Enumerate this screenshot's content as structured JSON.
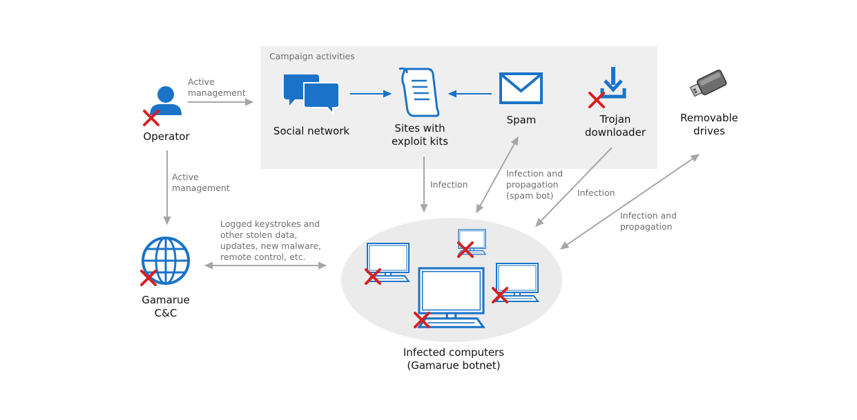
{
  "colors": {
    "accent_blue": "#1a73c8",
    "x_mark_red": "#d61f1f",
    "arrow_gray": "#a6a6a6",
    "campaign_box_bg": "#efefef",
    "botnet_ellipse_bg": "#ebebeb",
    "edge_label_gray": "#6f6f6f"
  },
  "campaign": {
    "title": "Campaign activities"
  },
  "nodes": {
    "operator": {
      "label": "Operator",
      "icon": "person-icon",
      "disrupted": true
    },
    "social_network": {
      "label": "Social network",
      "icon": "chat-bubbles-icon"
    },
    "sites": {
      "line1": "Sites with",
      "line2": "exploit kits",
      "icon": "scroll-document-icon"
    },
    "spam": {
      "label": "Spam",
      "icon": "envelope-icon"
    },
    "trojan": {
      "line1": "Trojan",
      "line2": "downloader",
      "icon": "download-icon",
      "disrupted": true
    },
    "removable": {
      "line1": "Removable",
      "line2": "drives",
      "icon": "usb-drive-icon"
    },
    "gamarue_cc": {
      "line1": "Gamarue",
      "line2": "C&C",
      "icon": "globe-icon",
      "disrupted": true
    },
    "botnet": {
      "line1": "Infected computers",
      "line2": "(Gamarue botnet)",
      "icon": "computer-icon",
      "disrupted": true
    }
  },
  "edges": {
    "operator_campaign": {
      "line1": "Active",
      "line2": "management"
    },
    "operator_cc": {
      "line1": "Active",
      "line2": "management"
    },
    "cc_botnet": {
      "line1": "Logged keystrokes and",
      "line2": "other stolen data,",
      "line3": "updates, new malware,",
      "line4": "remote control, etc."
    },
    "sites_botnet": {
      "label": "Infection"
    },
    "spam_botnet": {
      "line1": "Infection and",
      "line2": "propagation",
      "line3": "(spam bot)"
    },
    "trojan_botnet": {
      "label": "Infection"
    },
    "removable_botnet": {
      "line1": "Infection and",
      "line2": "propagation"
    }
  }
}
